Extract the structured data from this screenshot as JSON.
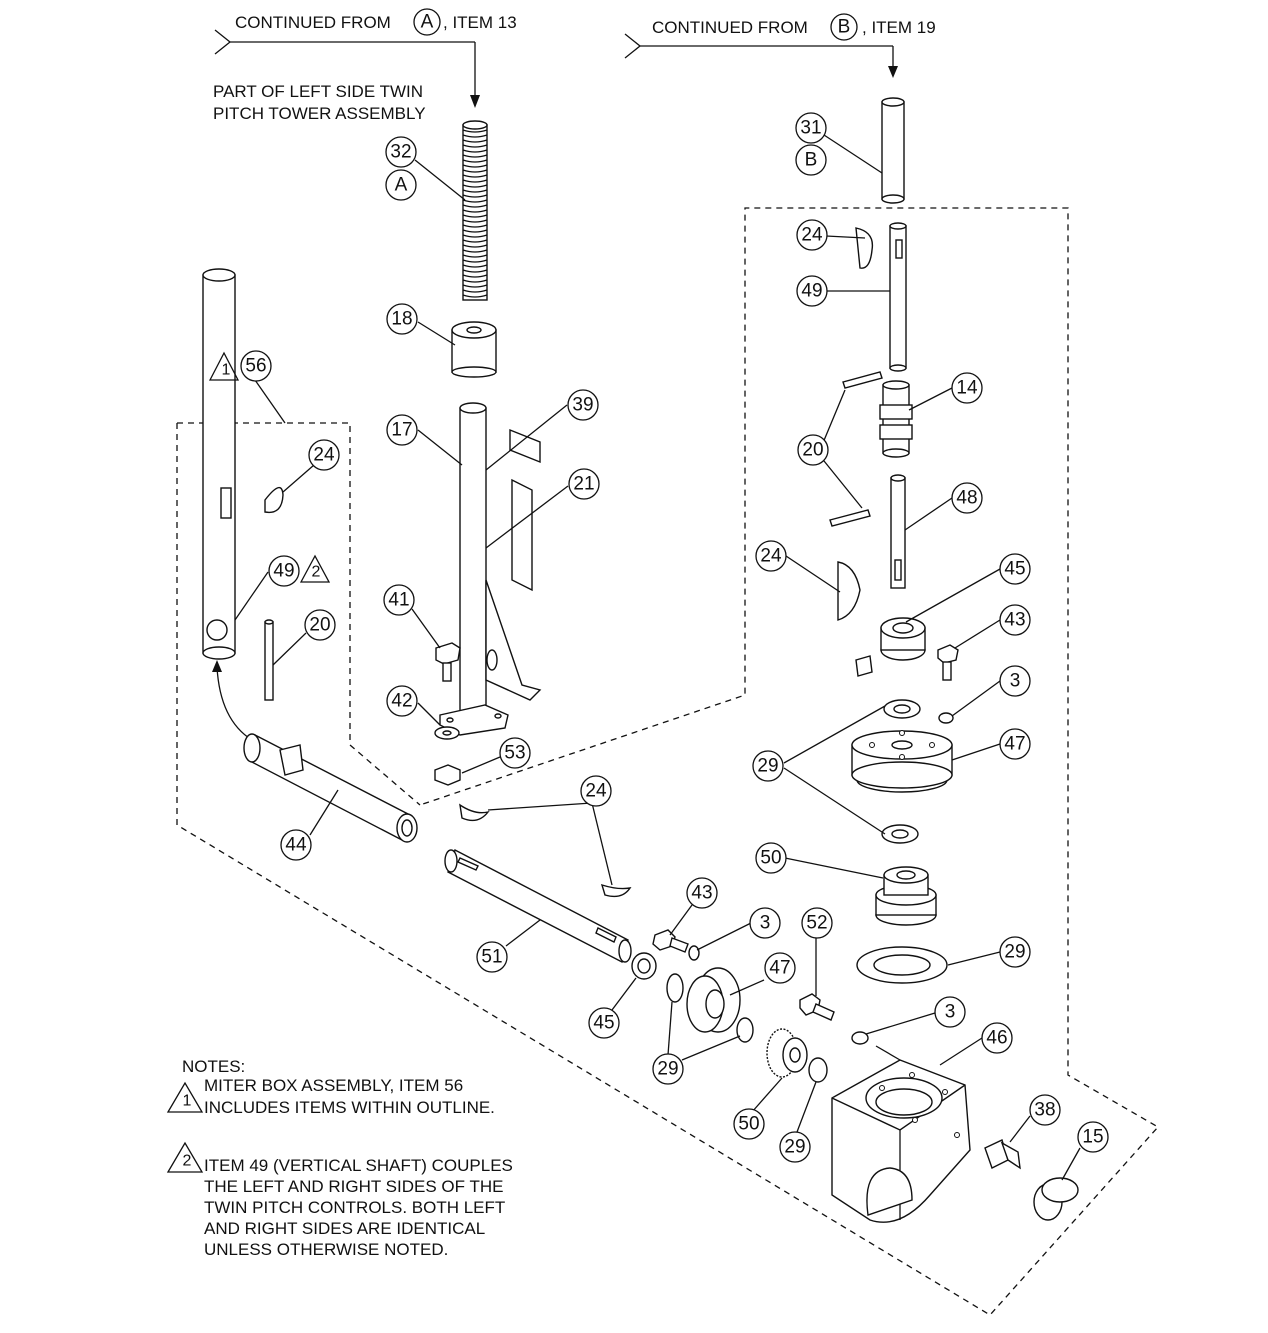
{
  "header": {
    "cont_a_prefix": "CONTINUED FROM",
    "cont_a_letter": "A",
    "cont_a_suffix": ", ITEM 13",
    "cont_b_prefix": "CONTINUED FROM",
    "cont_b_letter": "B",
    "cont_b_suffix": ", ITEM 19"
  },
  "part_note": {
    "line1": "PART OF LEFT SIDE TWIN",
    "line2": "PITCH TOWER ASSEMBLY"
  },
  "callouts": {
    "c32": "32",
    "cA": "A",
    "c31": "31",
    "cB": "B",
    "c18": "18",
    "c17": "17",
    "c39": "39",
    "c21": "21",
    "c41": "41",
    "c42": "42",
    "c53": "53",
    "c56": "56",
    "c56tri": "1",
    "c24_left": "24",
    "c49_left": "49",
    "c49tri": "2",
    "c20_left": "20",
    "c44": "44",
    "c24_top": "24",
    "c49_right": "49",
    "c14": "14",
    "c20_right": "20",
    "c48": "48",
    "c24_mid": "24",
    "c45_right": "45",
    "c43_right": "43",
    "c3_right": "3",
    "c29_upper": "29",
    "c47_right": "47",
    "c50_upper": "50",
    "c29_big": "29",
    "c24_bottom": "24",
    "c51": "51",
    "c45_low": "45",
    "c43_low": "43",
    "c3_low": "3",
    "c52": "52",
    "c47_low": "47",
    "c29_lower": "29",
    "c50_lower": "50",
    "c29_bot": "29",
    "c3_bot": "3",
    "c46": "46",
    "c38": "38",
    "c15": "15"
  },
  "notes": {
    "heading": "NOTES:",
    "n1_tri": "1",
    "n1_line1": "MITER BOX ASSEMBLY, ITEM 56",
    "n1_line2": "INCLUDES ITEMS WITHIN OUTLINE.",
    "n2_tri": "2",
    "n2_line1": "ITEM 49 (VERTICAL SHAFT) COUPLES",
    "n2_line2": "THE LEFT AND RIGHT SIDES OF THE",
    "n2_line3": "TWIN PITCH CONTROLS. BOTH LEFT",
    "n2_line4": "AND RIGHT SIDES ARE IDENTICAL",
    "n2_line5": "UNLESS OTHERWISE NOTED."
  }
}
